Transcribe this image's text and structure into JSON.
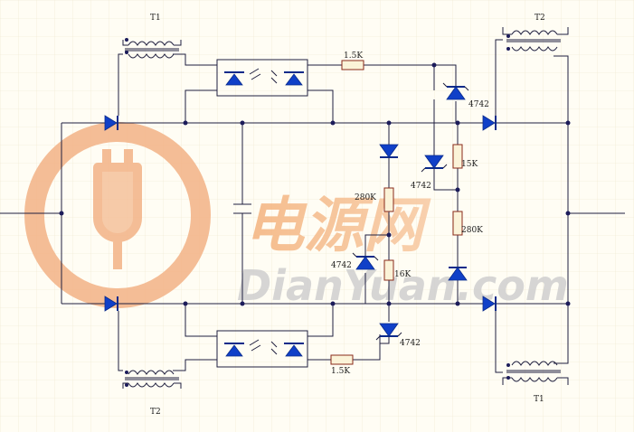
{
  "transformers": {
    "top_left": "T1",
    "top_right": "T2",
    "bottom_left": "T2",
    "bottom_right": "T1"
  },
  "resistors": {
    "top_series": "1.5K",
    "bottom_series": "1.5K",
    "divider_left_top": "280K",
    "divider_left_bottom": "16K",
    "divider_right_top": "15K",
    "divider_right_bottom": "280K"
  },
  "zeners": {
    "top_right": "4742",
    "mid_right": "4742",
    "mid_left": "4742",
    "bottom": "4742"
  },
  "watermark": {
    "cn_text": "电源网",
    "en_text": "DianYuan.com"
  }
}
